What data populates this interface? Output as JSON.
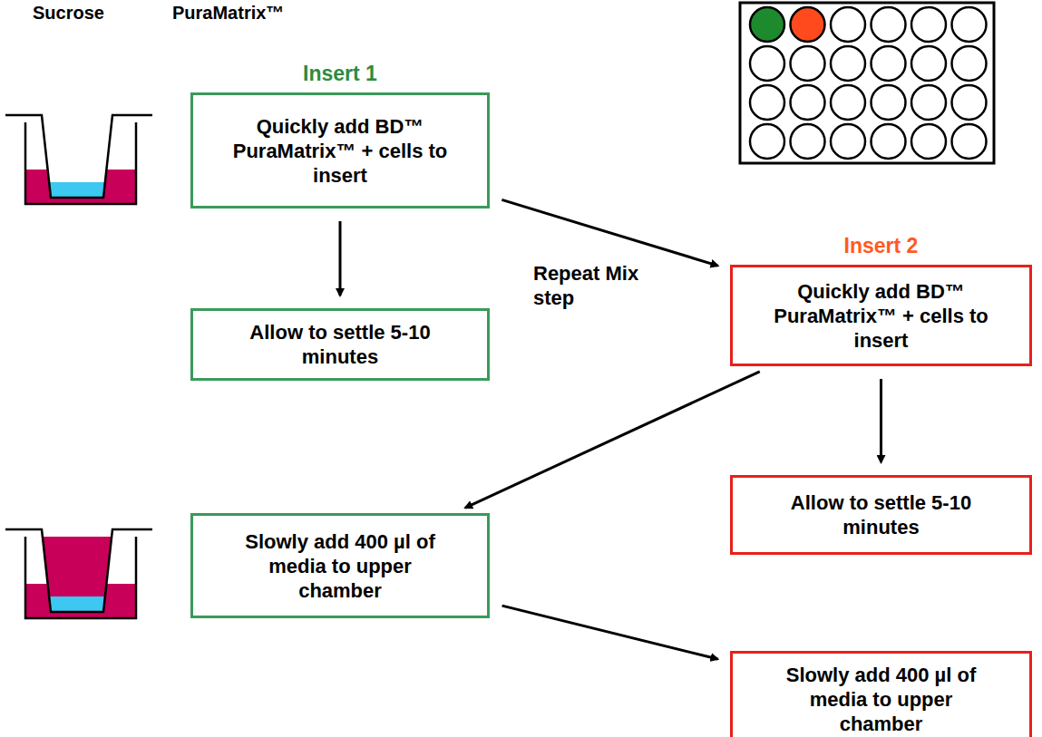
{
  "diagram": {
    "nodes": [
      {
        "text": [
          "Insert 1",
          "Quickly add BD™ PuraMatrix™ + cells to insert"
        ]
      },
      {
        "text": [
          "Allow to settle 5-10 minutes"
        ]
      },
      {
        "text": [
          "Insert 2",
          "Quickly add BD™ PuraMatrix™ + cells to insert"
        ]
      },
      {
        "text": [
          "Allow to settle 5-10 minutes"
        ]
      },
      {
        "text": [
          "Slowly add 400 µl of media to upper chamber"
        ]
      },
      {
        "text": [
          "Slowly add 400 µl of media to upper chamber"
        ]
      }
    ],
    "edges": [
      {
        "from": 0,
        "to": 1,
        "arrow": "to"
      },
      {
        "from": 0,
        "to": 2,
        "label": "Repeat Mix step",
        "arrow": "to"
      },
      {
        "from": 2,
        "to": 3,
        "arrow": "to"
      },
      {
        "from": 2,
        "to": 4,
        "arrow": "to"
      },
      {
        "from": 4,
        "to": 5,
        "arrow": "to"
      }
    ],
    "labels": [
      "Sucrose",
      "PuraMatrix™"
    ]
  }
}
